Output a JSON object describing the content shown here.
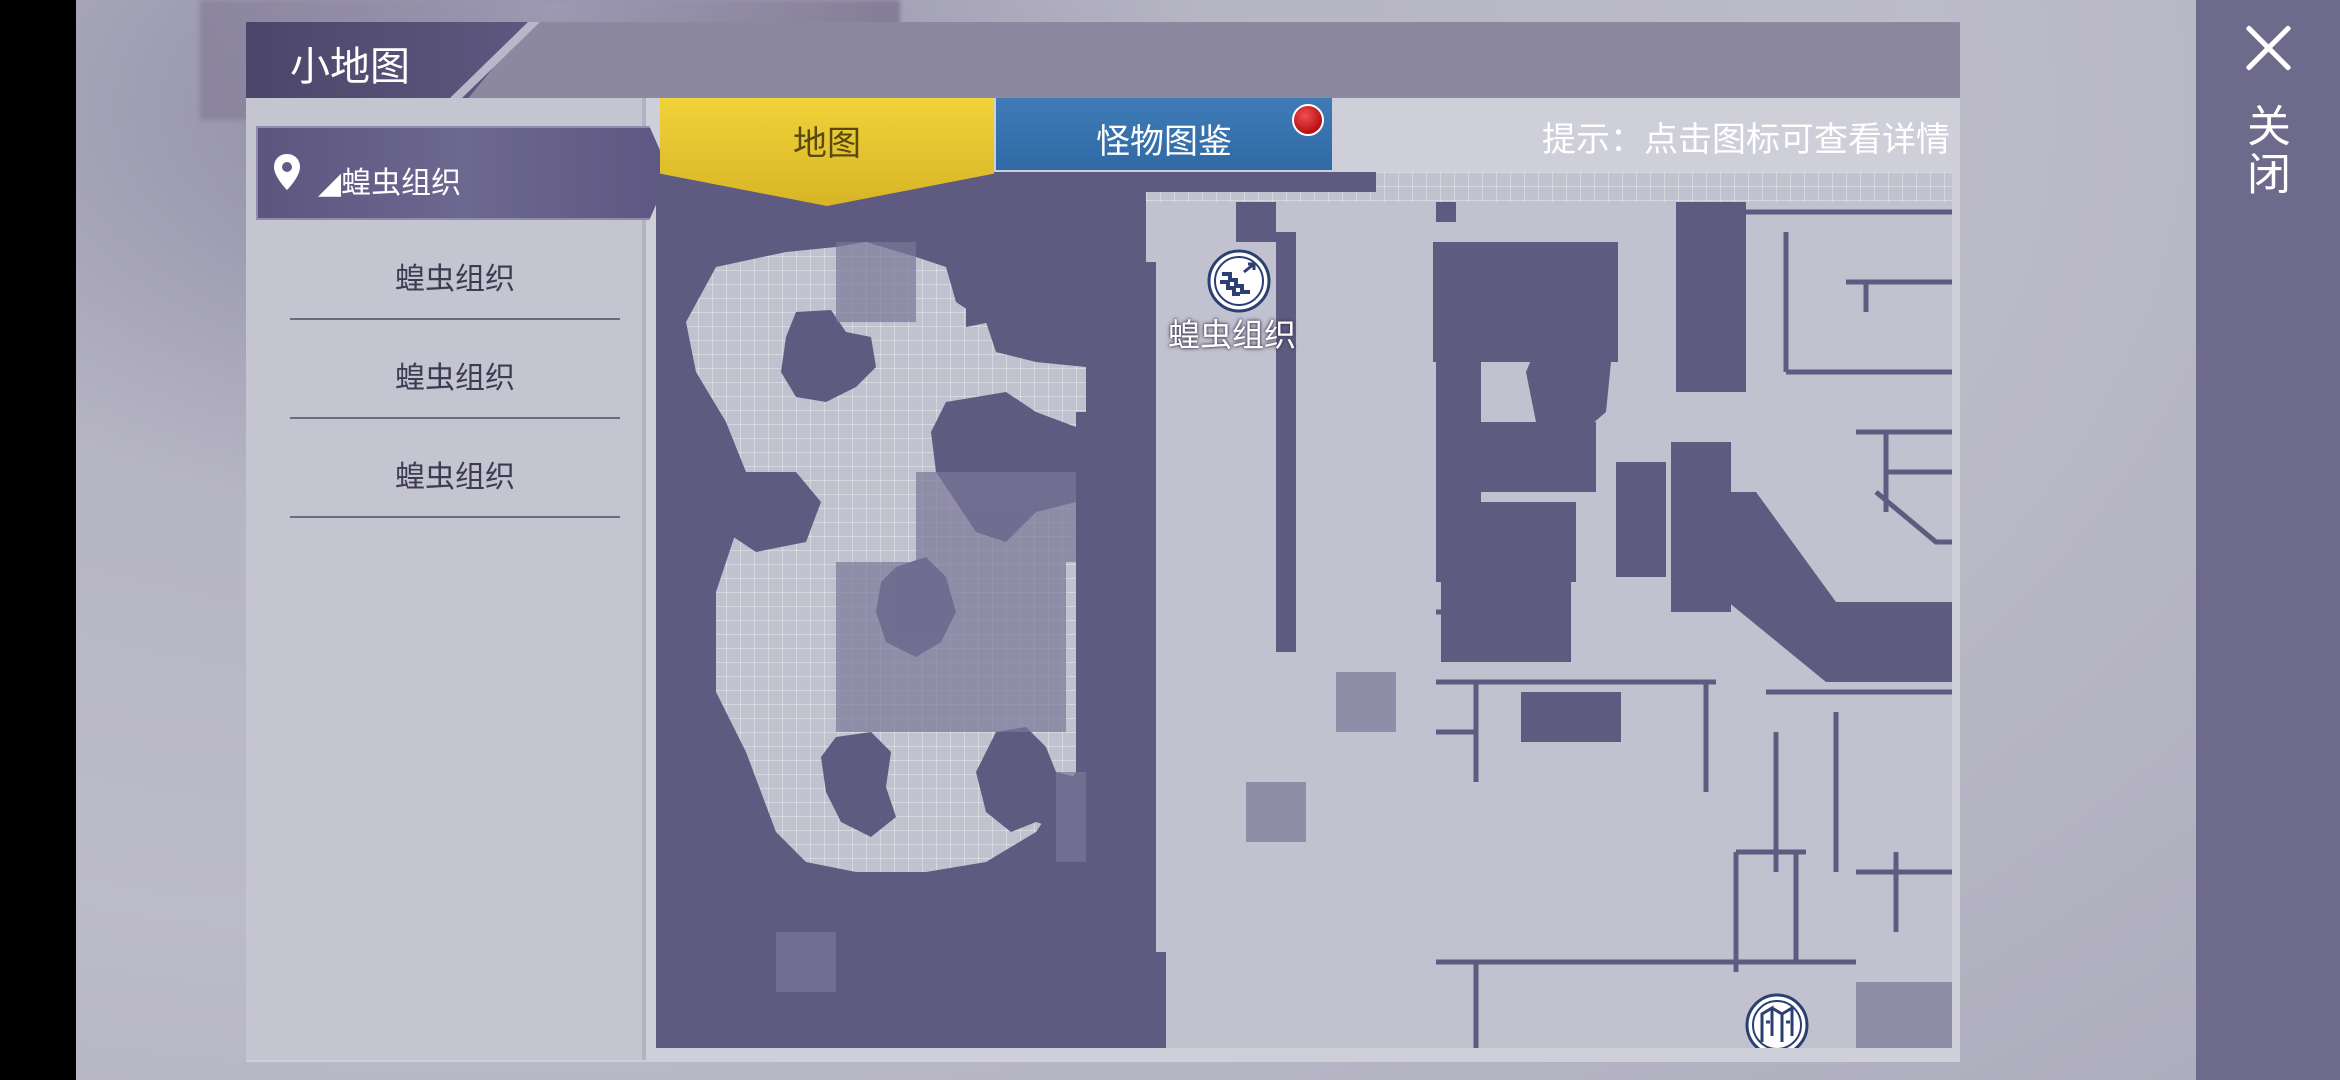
{
  "header": {
    "title": "小地图"
  },
  "close": {
    "label": "关闭"
  },
  "sidebar": {
    "selected": {
      "label": "◢蝗虫组织"
    },
    "items": [
      {
        "label": "蝗虫组织"
      },
      {
        "label": "蝗虫组织"
      },
      {
        "label": "蝗虫组织"
      }
    ]
  },
  "tabs": {
    "map": "地图",
    "monster": "怪物图鉴"
  },
  "hint": "提示：点击图标可查看详情",
  "map": {
    "markers": [
      {
        "label": "蝗虫组织",
        "icon": "stairs-up-icon"
      },
      {
        "label": "",
        "icon": "gate-icon"
      }
    ]
  },
  "colors": {
    "map_floor": "#c2c1cf",
    "map_wall": "#5e5a80",
    "tab_active": "#e3c22f",
    "tab_inactive": "#3a74af",
    "notification": "#c8141a"
  }
}
